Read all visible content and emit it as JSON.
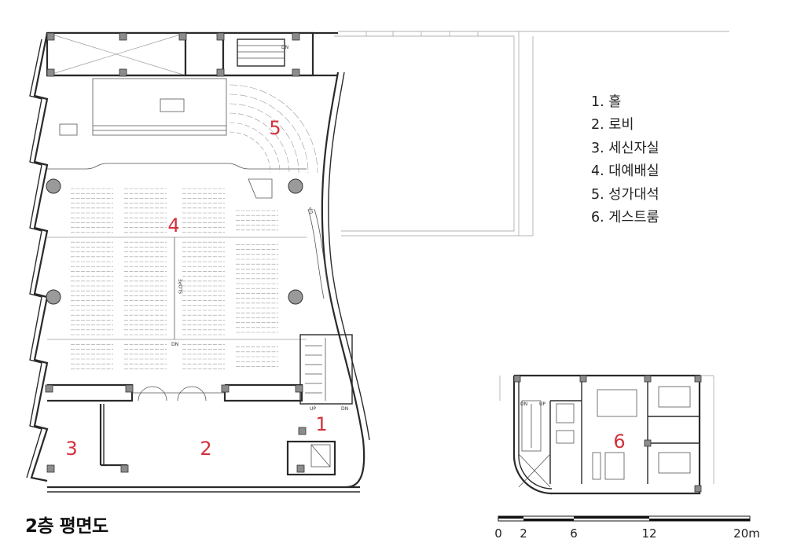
{
  "title": "2층 평면도",
  "legend": [
    {
      "num": "1",
      "name": "홀",
      "label": "1. 홀"
    },
    {
      "num": "2",
      "name": "로비",
      "label": "2. 로비"
    },
    {
      "num": "3",
      "name": "세신자실",
      "label": "3. 세신자실"
    },
    {
      "num": "4",
      "name": "대예배실",
      "label": "4. 대예배실"
    },
    {
      "num": "5",
      "name": "성가대석",
      "label": "5. 성가대석"
    },
    {
      "num": "6",
      "name": "게스트룸",
      "label": "6. 게스트룸"
    }
  ],
  "scale": {
    "unit": "m",
    "ticks": [
      "0",
      "2",
      "6",
      "12",
      "20m"
    ]
  },
  "annotations": {
    "up": "UP",
    "down": "DN",
    "slope": "SLOPE"
  },
  "colors": {
    "room_number": "#d3313b",
    "wall": "#2a2a2a"
  }
}
